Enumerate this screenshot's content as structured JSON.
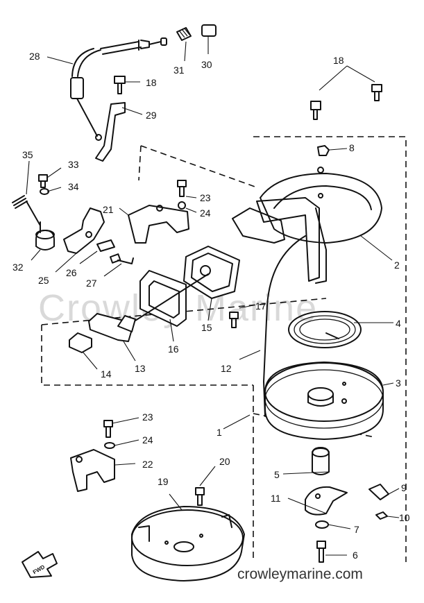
{
  "watermark": "Crowley Marine",
  "footer_text": "crowleymarine.com",
  "fwd_text": "FWD",
  "labels": {
    "p1": "1",
    "p2": "2",
    "p3": "3",
    "p4": "4",
    "p5": "5",
    "p6": "6",
    "p7": "7",
    "p8": "8",
    "p9": "9",
    "p10": "10",
    "p11": "11",
    "p12": "12",
    "p13": "13",
    "p14": "14",
    "p15": "15",
    "p16": "16",
    "p17": "17",
    "p18a": "18",
    "p18b": "18",
    "p19": "19",
    "p20": "20",
    "p21": "21",
    "p22": "22",
    "p23a": "23",
    "p23b": "23",
    "p24a": "24",
    "p24b": "24",
    "p25": "25",
    "p26": "26",
    "p27": "27",
    "p28": "28",
    "p29": "29",
    "p30": "30",
    "p31": "31",
    "p32": "32",
    "p33": "33",
    "p34": "34",
    "p35": "35"
  }
}
